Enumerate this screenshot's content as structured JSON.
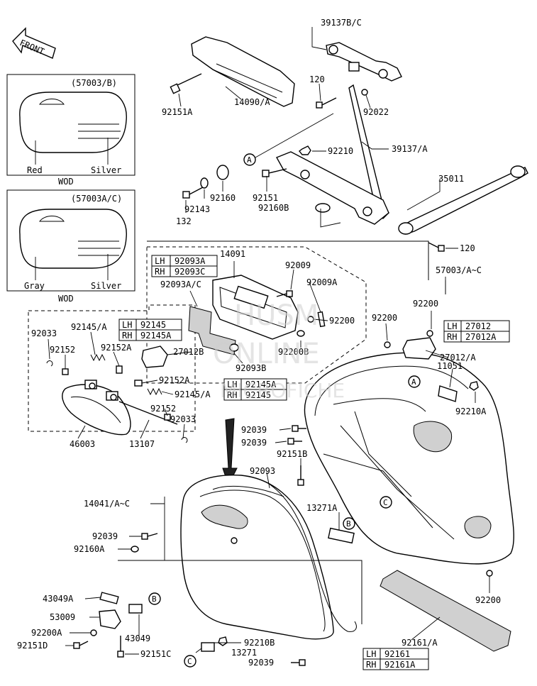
{
  "direction": {
    "front": "FRONT"
  },
  "inset_top": {
    "ref": "(57003/B)",
    "color_left": "Red",
    "color_right": "Silver",
    "caption": "WOD"
  },
  "inset_bottom": {
    "ref": "(57003A/C)",
    "color_left": "Gray",
    "color_right": "Silver",
    "caption": "WOD"
  },
  "refs": {
    "a": "A",
    "b": "B",
    "c": "C"
  },
  "watermark": [
    "HUSM",
    "ONLINE",
    "MICROFICHE"
  ],
  "parts": {
    "p39137bc": "39137B/C",
    "p14090a": "14090/A",
    "p120a": "120",
    "p92022": "92022",
    "p92151a": "92151A",
    "p39137a": "39137/A",
    "p92210": "92210",
    "p35011": "35011",
    "p92151": "92151",
    "p92160b": "92160B",
    "p92160": "92160",
    "p92143": "92143",
    "p132": "132",
    "p120b": "120",
    "p14091": "14091",
    "p92009": "92009",
    "p92009a": "92009A",
    "p57003": "57003/A~C",
    "p92093ac": "92093A/C",
    "p92200a": "92200",
    "p92200b": "92200",
    "p92200c": "92200",
    "p92200d": "92200",
    "p92200b2": "92200B",
    "p92093b": "92093B",
    "p92033a": "92033",
    "p92145a1": "92145/A",
    "p92152": "92152",
    "p92152a1": "92152A",
    "p27012b": "27012B",
    "p92152a2": "92152A",
    "p92145a2": "92145/A",
    "p92152b": "92152",
    "p92033b": "92033",
    "p46003": "46003",
    "p13107": "13107",
    "p27012a": "27012/A",
    "p11051": "11051",
    "p92210a": "92210A",
    "p92039a": "92039",
    "p92039b": "92039",
    "p92151b": "92151B",
    "p92093": "92093",
    "p14041": "14041/A~C",
    "p13271a": "13271A",
    "p92039c": "92039",
    "p92160a": "92160A",
    "p43049a": "43049A",
    "p53009": "53009",
    "p43049": "43049",
    "p92200a2": "92200A",
    "p92151d": "92151D",
    "p92151c": "92151C",
    "p92210b": "92210B",
    "p13271": "13271",
    "p92039d": "92039",
    "p92161a": "92161/A"
  },
  "tables": {
    "t92093": {
      "rows": [
        [
          "LH",
          "92093A"
        ],
        [
          "RH",
          "92093C"
        ]
      ]
    },
    "t92145": {
      "rows": [
        [
          "LH",
          "92145"
        ],
        [
          "RH",
          "92145A"
        ]
      ]
    },
    "t92145b": {
      "rows": [
        [
          "LH",
          "92145A"
        ],
        [
          "RH",
          "92145"
        ]
      ]
    },
    "t27012": {
      "rows": [
        [
          "LH",
          "27012"
        ],
        [
          "RH",
          "27012A"
        ]
      ]
    },
    "t92161": {
      "rows": [
        [
          "LH",
          "92161"
        ],
        [
          "RH",
          "92161A"
        ]
      ]
    }
  }
}
